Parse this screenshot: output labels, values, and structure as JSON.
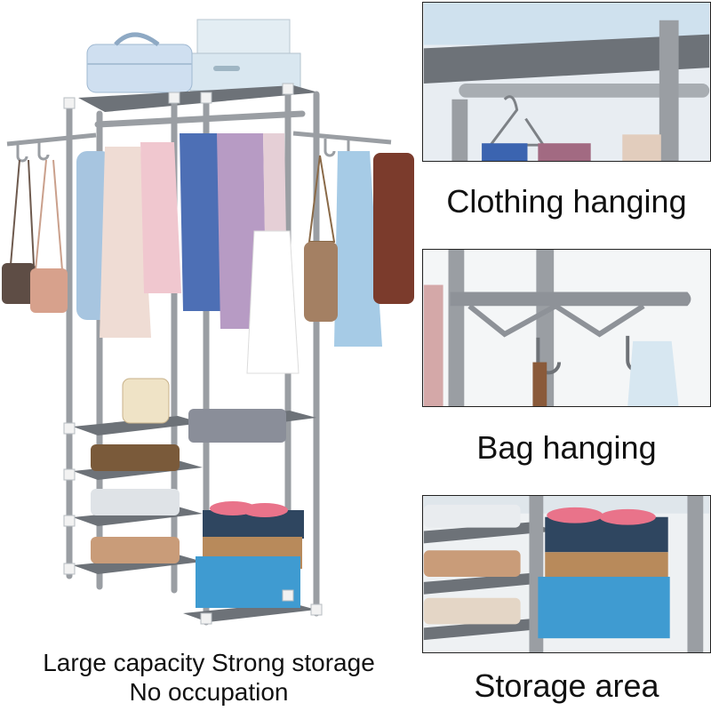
{
  "captions": {
    "clothing": "Clothing hanging",
    "bag": "Bag hanging",
    "storage": "Storage area"
  },
  "features": {
    "line1": "Large capacity  Strong storage",
    "line2": "No occupation"
  },
  "colors": {
    "frame": "#9a9ea3",
    "connector": "#f2f2f2",
    "shelf_fabric": "#6d7278",
    "box_navy": "#2f4660",
    "box_kraft": "#b88a5b",
    "box_sky": "#3f9bd1",
    "slipper_pink": "#e9738a"
  }
}
